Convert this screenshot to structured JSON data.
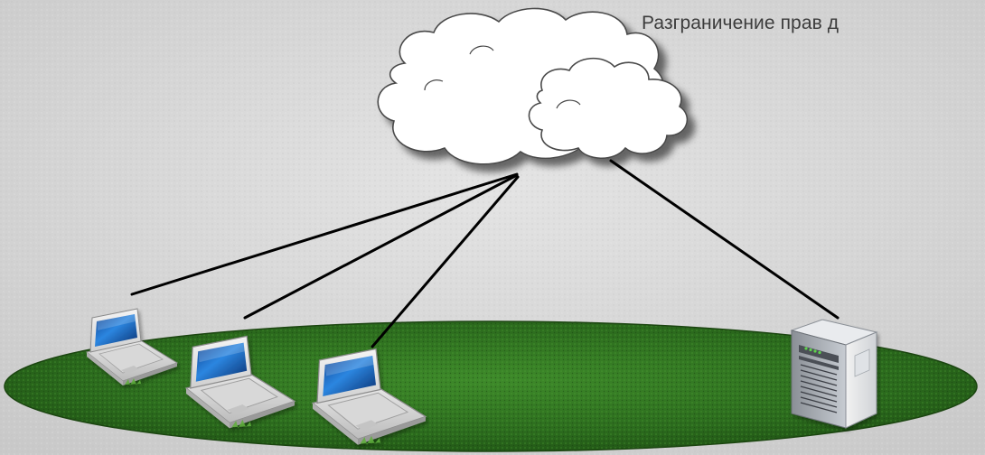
{
  "diagram": {
    "title": "Разграничение прав д",
    "nodes": [
      {
        "id": "cloud",
        "icon": "cloud-icon"
      },
      {
        "id": "laptop-1",
        "icon": "laptop-icon"
      },
      {
        "id": "laptop-2",
        "icon": "laptop-icon"
      },
      {
        "id": "laptop-3",
        "icon": "laptop-icon"
      },
      {
        "id": "server",
        "icon": "server-tower-icon"
      }
    ],
    "edges": [
      {
        "from": "laptop-1",
        "to": "cloud"
      },
      {
        "from": "laptop-2",
        "to": "cloud"
      },
      {
        "from": "laptop-3",
        "to": "cloud"
      },
      {
        "from": "server",
        "to": "cloud"
      }
    ],
    "colors": {
      "background": "#d9d9d9",
      "ground": "#2e6b1f",
      "cloud": "#ffffff",
      "line": "#000000",
      "screen": "#1e6fc9",
      "server_led": "#5ed14d"
    }
  }
}
